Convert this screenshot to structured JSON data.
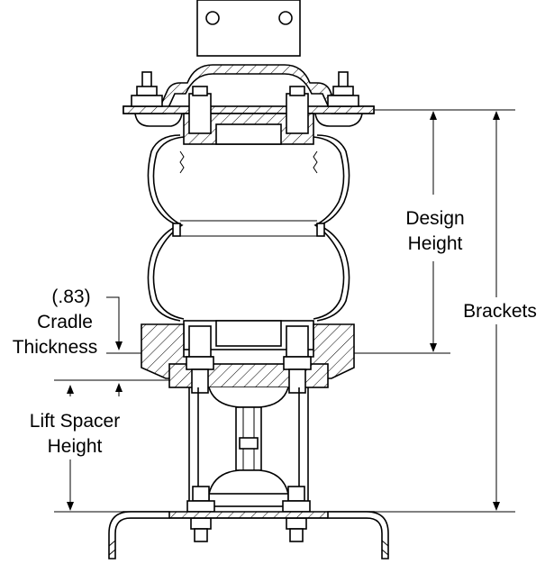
{
  "labels": {
    "design_height_line1": "Design",
    "design_height_line2": "Height",
    "brackets": "Brackets",
    "cradle_value": "(.83)",
    "cradle_line1": "Cradle",
    "cradle_line2": "Thickness",
    "lift_spacer_line1": "Lift Spacer",
    "lift_spacer_line2": "Height"
  },
  "colors": {
    "line": "#000000",
    "background": "#ffffff"
  }
}
